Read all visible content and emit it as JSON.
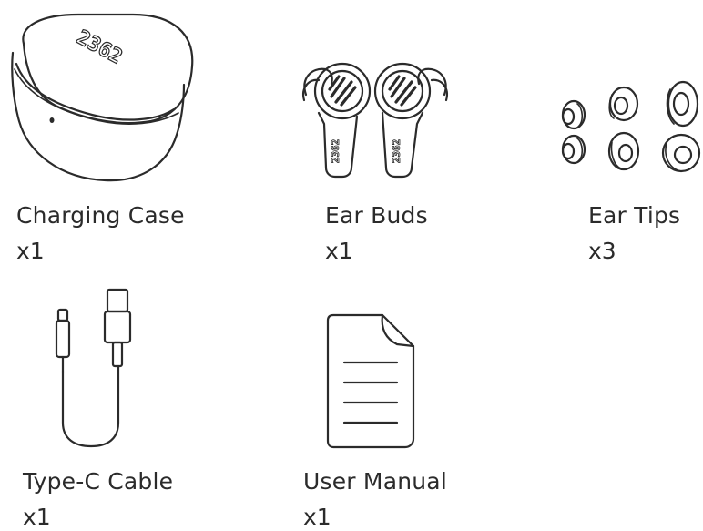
{
  "items": [
    {
      "name": "Charging Case",
      "qty": "x1",
      "icon": "charging-case-icon",
      "logo_text": "2362"
    },
    {
      "name": "Ear Buds",
      "qty": "x1",
      "icon": "ear-buds-icon",
      "logo_text": "2362"
    },
    {
      "name": "Ear Tips",
      "qty": "x3",
      "icon": "ear-tips-icon"
    },
    {
      "name": "Type-C Cable",
      "qty": "x1",
      "icon": "type-c-cable-icon"
    },
    {
      "name": "User Manual",
      "qty": "x1",
      "icon": "user-manual-icon"
    }
  ],
  "colors": {
    "line": "#2b2b2b",
    "text": "#2b2b2b",
    "background": "#ffffff"
  }
}
